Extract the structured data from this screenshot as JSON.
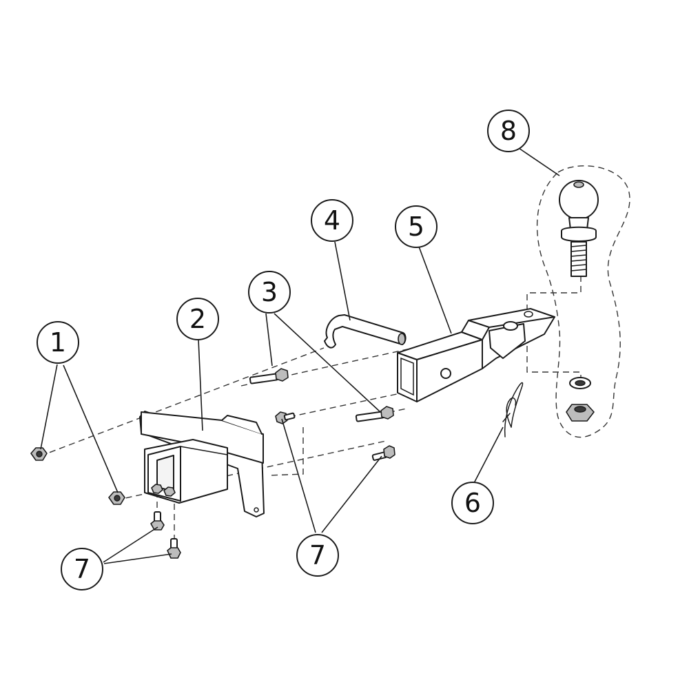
{
  "callouts": [
    {
      "id": "callout-1",
      "label": "1"
    },
    {
      "id": "callout-2",
      "label": "2"
    },
    {
      "id": "callout-3",
      "label": "3"
    },
    {
      "id": "callout-4",
      "label": "4"
    },
    {
      "id": "callout-5",
      "label": "5"
    },
    {
      "id": "callout-6",
      "label": "6"
    },
    {
      "id": "callout-7a",
      "label": "7"
    },
    {
      "id": "callout-7b",
      "label": "7"
    },
    {
      "id": "callout-8",
      "label": "8"
    }
  ]
}
